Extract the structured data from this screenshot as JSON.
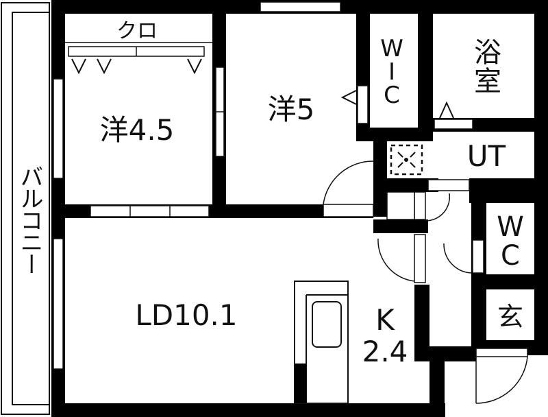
{
  "plan": {
    "rooms": {
      "western_room_1": {
        "label": "洋4.5"
      },
      "closet": {
        "label": "クロ"
      },
      "western_room_2": {
        "label": "洋5"
      },
      "walk_in_closet": {
        "lines": [
          "W",
          "I",
          "C"
        ]
      },
      "bathroom": {
        "lines": [
          "浴",
          "室"
        ]
      },
      "utility": {
        "label": "UT"
      },
      "toilet": {
        "lines": [
          "W",
          "C"
        ]
      },
      "entrance": {
        "label": "玄"
      },
      "living_dining": {
        "label": "LD10.1"
      },
      "kitchen": {
        "lines": [
          "K",
          "2.4"
        ]
      },
      "balcony": {
        "label": "バルコニー"
      }
    },
    "colors": {
      "wall": "#000000",
      "background": "#ffffff",
      "line": "#111111"
    }
  }
}
